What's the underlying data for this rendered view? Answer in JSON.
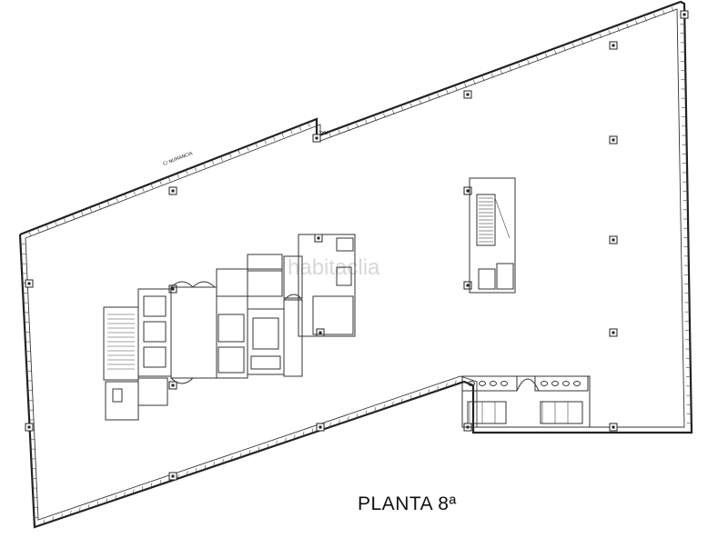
{
  "title": "PLANTA 8ª",
  "street_label": "C/ NUMANCIA",
  "side_label": "RAL",
  "watermark": "habitaclia",
  "colors": {
    "lines": "#222222",
    "background": "#ffffff",
    "watermark": "#d8d8d8"
  }
}
